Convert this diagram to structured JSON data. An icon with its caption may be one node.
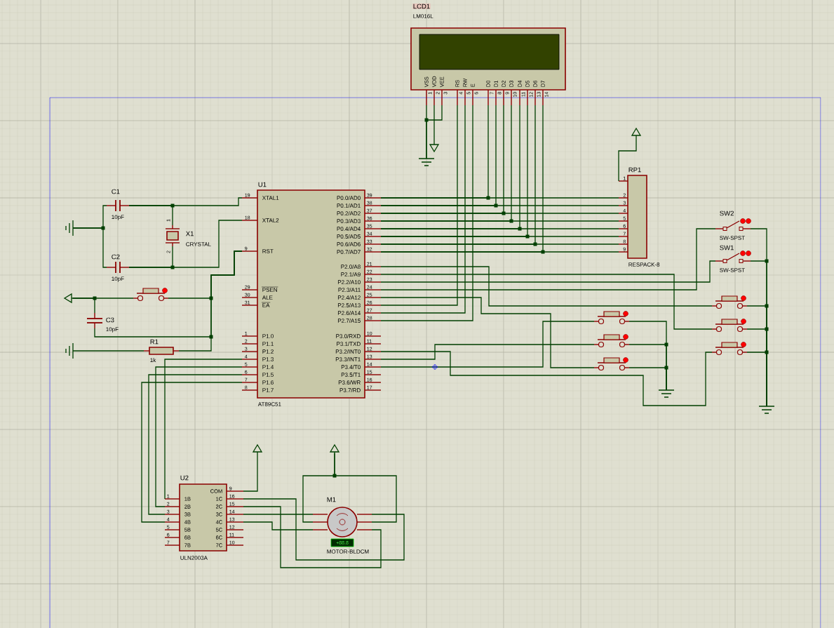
{
  "diagram": {
    "nodes": [
      {
        "text": [
          "LCD1",
          "LM016L",
          "VSS",
          "VDD",
          "VEE",
          "RS",
          "RW",
          "E",
          "D0",
          "D1",
          "D2",
          "D3",
          "D4",
          "D5",
          "D6",
          "D7",
          "1",
          "2",
          "3",
          "4",
          "5",
          "6",
          "7",
          "8",
          "9",
          "10",
          "11",
          "12",
          "13",
          "14"
        ]
      },
      {
        "text": [],
        "shape": "ground"
      },
      {
        "text": [],
        "shape": "triangle"
      },
      {
        "text": [],
        "shape": "triangle"
      },
      {
        "text": [
          "RP1",
          "1",
          "2",
          "3",
          "4",
          "5",
          "6",
          "7",
          "8",
          "9",
          "RESPACK-8"
        ]
      },
      {
        "text": [
          "U1",
          "XTAL1",
          "XTAL2",
          "RST",
          "PSEN",
          "ALE",
          "EA",
          "P1.0",
          "P1.1",
          "P1.2",
          "P1.3",
          "P1.4",
          "P1.5",
          "P1.6",
          "P1.7",
          "P0.0/AD0",
          "P0.1/AD1",
          "P0.2/AD2",
          "P0.3/AD3",
          "P0.4/AD4",
          "P0.5/AD5",
          "P0.6/AD6",
          "P0.7/AD7",
          "P2.0/A8",
          "P2.1/A9",
          "P2.2/A10",
          "P2.3/A11",
          "P2.4/A12",
          "P2.5/A13",
          "P2.6/A14",
          "P2.7/A15",
          "P3.0/RXD",
          "P3.1/TXD",
          "P3.2/INT0",
          "P3.3/INT1",
          "P3.4/T0",
          "P3.5/T1",
          "P3.6/WR",
          "P3.7/RD",
          "19",
          "18",
          "9",
          "29",
          "30",
          "31",
          "1",
          "2",
          "3",
          "4",
          "5",
          "6",
          "7",
          "8",
          "39",
          "38",
          "37",
          "36",
          "35",
          "34",
          "33",
          "32",
          "21",
          "22",
          "23",
          "24",
          "25",
          "26",
          "27",
          "28",
          "10",
          "11",
          "12",
          "13",
          "14",
          "15",
          "16",
          "17",
          "AT89C51"
        ]
      },
      {
        "text": [
          "SW2",
          "SW-SPST"
        ]
      },
      {
        "text": [
          "SW1",
          "SW-SPST"
        ]
      },
      {
        "text": [
          "C1",
          "10pF"
        ]
      },
      {
        "text": [],
        "shape": "ground"
      },
      {
        "text": [
          "1",
          "X1",
          "CRYSTAL",
          "2"
        ]
      },
      {
        "text": [
          "C2",
          "10pF"
        ]
      },
      {
        "text": [],
        "shape": "switch"
      },
      {
        "text": [],
        "shape": "triangle"
      },
      {
        "text": [
          "C3",
          "10pF"
        ]
      },
      {
        "text": [],
        "shape": "ground"
      },
      {
        "text": [
          "R1",
          "1k"
        ]
      },
      {
        "text": [],
        "shape": "switch"
      },
      {
        "text": [],
        "shape": "switch"
      },
      {
        "text": [],
        "shape": "switch"
      },
      {
        "text": [],
        "shape": "switch"
      },
      {
        "text": [],
        "shape": "switch"
      },
      {
        "text": [],
        "shape": "switch"
      },
      {
        "text": [],
        "shape": "ground"
      },
      {
        "text": [],
        "shape": "ground"
      },
      {
        "text": [],
        "shape": "triangle"
      },
      {
        "text": [],
        "shape": "triangle"
      },
      {
        "text": [
          "U2",
          "1B",
          "2B",
          "3B",
          "4B",
          "5B",
          "6B",
          "7B",
          "COM",
          "1C",
          "2C",
          "3C",
          "4C",
          "5C",
          "6C",
          "7C",
          "1",
          "2",
          "3",
          "4",
          "5",
          "6",
          "7",
          "9",
          "16",
          "15",
          "14",
          "13",
          "12",
          "11",
          "10",
          "ULN2003A"
        ]
      },
      {
        "text": [
          "M1",
          "+88.8",
          "MOTOR-BLDCM"
        ]
      }
    ],
    "edges": [
      {
        "from": 0,
        "to": 1,
        "arrow": "none"
      },
      {
        "from": 0,
        "to": 2,
        "arrow": "none"
      },
      {
        "from": 0,
        "to": 1,
        "arrow": "none"
      },
      {
        "from": 5,
        "to": 4,
        "arrow": "none"
      },
      {
        "from": 5,
        "to": 4,
        "arrow": "none"
      },
      {
        "from": 5,
        "to": 4,
        "arrow": "none"
      },
      {
        "from": 5,
        "to": 4,
        "arrow": "none"
      },
      {
        "from": 5,
        "to": 4,
        "arrow": "none"
      },
      {
        "from": 5,
        "to": 4,
        "arrow": "none"
      },
      {
        "from": 5,
        "to": 4,
        "arrow": "none"
      },
      {
        "from": 5,
        "to": 4,
        "arrow": "none"
      },
      {
        "from": 0,
        "to": 5,
        "arrow": "none"
      },
      {
        "from": 0,
        "to": 5,
        "arrow": "none"
      },
      {
        "from": 0,
        "to": 5,
        "arrow": "none"
      },
      {
        "from": 0,
        "to": 5,
        "arrow": "none"
      },
      {
        "from": 0,
        "to": 5,
        "arrow": "none"
      },
      {
        "from": 0,
        "to": 5,
        "arrow": "none"
      },
      {
        "from": 0,
        "to": 5,
        "arrow": "none"
      },
      {
        "from": 0,
        "to": 5,
        "arrow": "none"
      },
      {
        "from": 4,
        "to": 3,
        "arrow": "none"
      },
      {
        "from": 0,
        "to": 5,
        "arrow": "none"
      },
      {
        "from": 0,
        "to": 5,
        "arrow": "none"
      },
      {
        "from": 0,
        "to": 5,
        "arrow": "none"
      },
      {
        "from": 5,
        "to": 17,
        "arrow": "none"
      },
      {
        "from": 5,
        "to": 19,
        "arrow": "none"
      },
      {
        "from": 5,
        "to": 7,
        "arrow": "none"
      },
      {
        "from": 5,
        "to": 6,
        "arrow": "none"
      },
      {
        "from": 5,
        "to": 22,
        "arrow": "none"
      },
      {
        "from": 5,
        "to": 20,
        "arrow": "none"
      },
      {
        "from": 5,
        "to": 18,
        "arrow": "none"
      },
      {
        "from": 5,
        "to": 21,
        "arrow": "none"
      },
      {
        "from": 18,
        "to": 23,
        "arrow": "none"
      },
      {
        "from": 20,
        "to": 23,
        "arrow": "none"
      },
      {
        "from": 22,
        "to": 23,
        "arrow": "none"
      },
      {
        "from": 6,
        "to": 24,
        "arrow": "none"
      },
      {
        "from": 7,
        "to": 24,
        "arrow": "none"
      },
      {
        "from": 17,
        "to": 24,
        "arrow": "none"
      },
      {
        "from": 19,
        "to": 24,
        "arrow": "none"
      },
      {
        "from": 21,
        "to": 24,
        "arrow": "none"
      },
      {
        "from": 8,
        "to": 5,
        "arrow": "none"
      },
      {
        "from": 10,
        "to": 8,
        "arrow": "none"
      },
      {
        "from": 11,
        "to": 5,
        "arrow": "none"
      },
      {
        "from": 10,
        "to": 11,
        "arrow": "none"
      },
      {
        "from": 9,
        "to": 8,
        "arrow": "none"
      },
      {
        "from": 9,
        "to": 11,
        "arrow": "none"
      },
      {
        "from": 13,
        "to": 12,
        "arrow": "none"
      },
      {
        "from": 12,
        "to": 5,
        "arrow": "none"
      },
      {
        "from": 14,
        "to": 13,
        "arrow": "none"
      },
      {
        "from": 14,
        "to": 5,
        "arrow": "none"
      },
      {
        "from": 16,
        "to": 5,
        "arrow": "none"
      },
      {
        "from": 15,
        "to": 16,
        "arrow": "none"
      },
      {
        "from": 5,
        "to": 27,
        "arrow": "none"
      },
      {
        "from": 5,
        "to": 27,
        "arrow": "none"
      },
      {
        "from": 5,
        "to": 27,
        "arrow": "none"
      },
      {
        "from": 5,
        "to": 27,
        "arrow": "none"
      },
      {
        "from": 27,
        "to": 25,
        "arrow": "none"
      },
      {
        "from": 27,
        "to": 28,
        "arrow": "none"
      },
      {
        "from": 27,
        "to": 28,
        "arrow": "none"
      },
      {
        "from": 27,
        "to": 28,
        "arrow": "none"
      },
      {
        "from": 27,
        "to": 28,
        "arrow": "none"
      },
      {
        "from": 26,
        "to": 28,
        "arrow": "none"
      },
      {
        "from": 26,
        "to": 28,
        "arrow": "none"
      }
    ]
  }
}
